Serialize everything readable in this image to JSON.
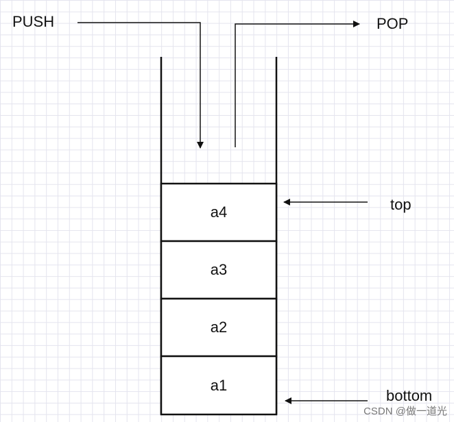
{
  "labels": {
    "push": "PUSH",
    "pop": "POP",
    "top": "top",
    "bottom": "bottom"
  },
  "stack_cells": [
    "a4",
    "a3",
    "a2",
    "a1"
  ],
  "watermark": "CSDN @做一道光"
}
